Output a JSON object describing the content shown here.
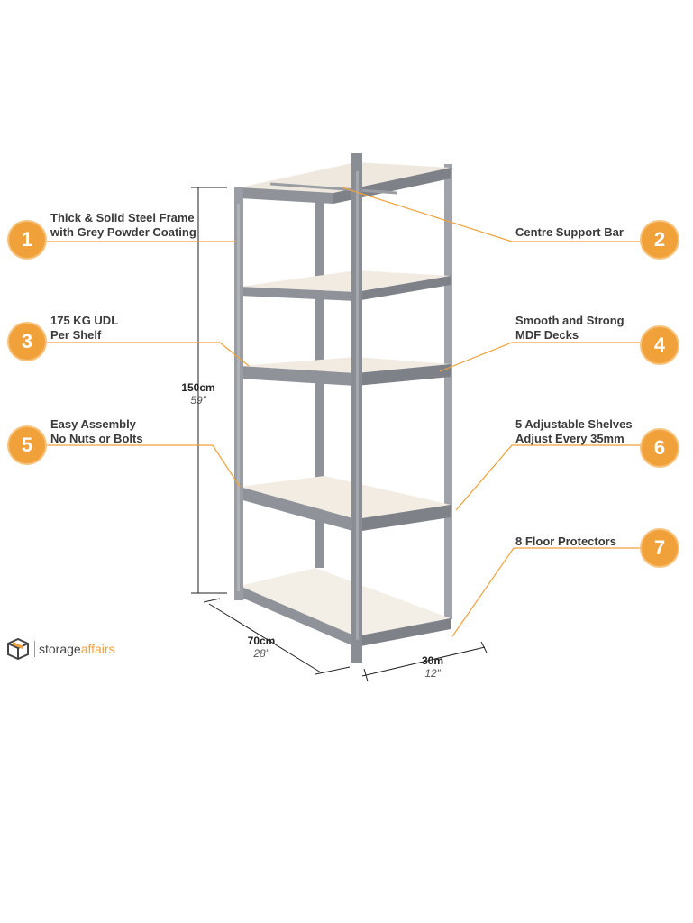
{
  "callouts": [
    {
      "number": "1",
      "line1": "Thick & Solid Steel Frame",
      "line2": "with Grey Powder Coating"
    },
    {
      "number": "2",
      "line1": "Centre Support Bar",
      "line2": ""
    },
    {
      "number": "3",
      "line1": "175 KG UDL",
      "line2": "Per Shelf"
    },
    {
      "number": "4",
      "line1": "Smooth and Strong",
      "line2": "MDF Decks"
    },
    {
      "number": "5",
      "line1": "Easy Assembly",
      "line2": "No Nuts or Bolts"
    },
    {
      "number": "6",
      "line1": "5 Adjustable Shelves",
      "line2": "Adjust Every 35mm"
    },
    {
      "number": "7",
      "line1": "8 Floor Protectors",
      "line2": ""
    }
  ],
  "dimensions": {
    "height": {
      "cm": "150cm",
      "inch": "59”"
    },
    "width": {
      "cm": "70cm",
      "inch": "28”"
    },
    "depth": {
      "cm": "30m",
      "inch": "12”"
    }
  },
  "brand": {
    "part1": "storage",
    "part2": "affairs"
  },
  "colors": {
    "accent": "#f0a13a",
    "frame": "#8f9299",
    "deck": "#f1ebe2"
  }
}
